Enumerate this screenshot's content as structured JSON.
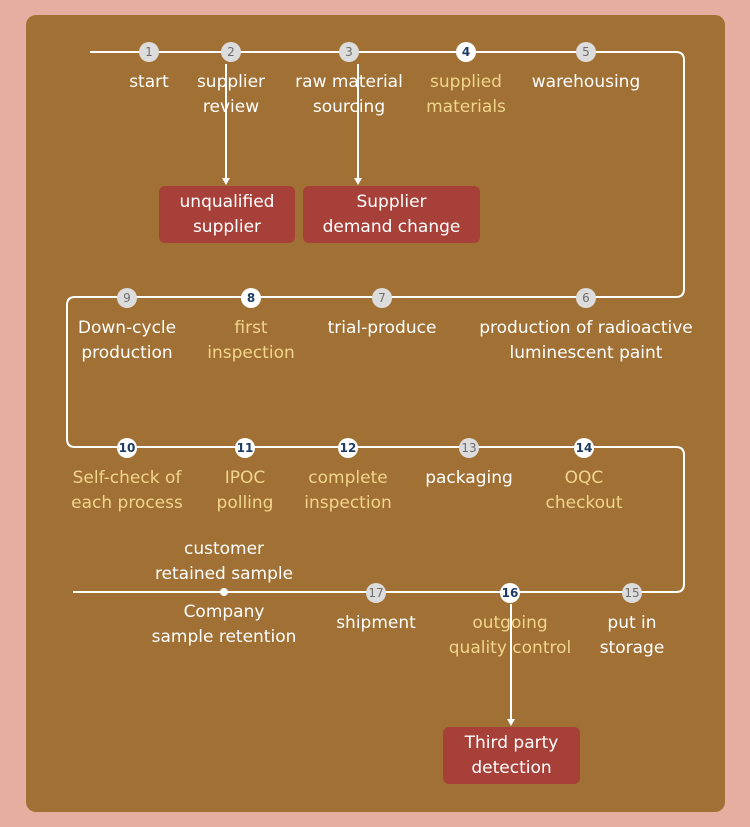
{
  "steps": [
    {
      "num": "1",
      "label": "start",
      "highlight": false
    },
    {
      "num": "2",
      "label": "supplier\nreview",
      "highlight": false
    },
    {
      "num": "3",
      "label": "raw material\nsourcing",
      "highlight": false
    },
    {
      "num": "4",
      "label": "supplied\nmaterials",
      "highlight": true
    },
    {
      "num": "5",
      "label": "warehousing",
      "highlight": false
    },
    {
      "num": "6",
      "label": "production of radioactive\nluminescent paint",
      "highlight": false
    },
    {
      "num": "7",
      "label": "trial-produce",
      "highlight": false
    },
    {
      "num": "8",
      "label": "first\ninspection",
      "highlight": true
    },
    {
      "num": "9",
      "label": "Down-cycle\nproduction",
      "highlight": false
    },
    {
      "num": "10",
      "label": "Self-check of\neach process",
      "highlight": true
    },
    {
      "num": "11",
      "label": "IPOC\npolling",
      "highlight": true
    },
    {
      "num": "12",
      "label": "complete\ninspection",
      "highlight": true
    },
    {
      "num": "13",
      "label": "packaging",
      "highlight": false
    },
    {
      "num": "14",
      "label": "OQC\ncheckout",
      "highlight": true
    },
    {
      "num": "15",
      "label": "put in\nstorage",
      "highlight": false
    },
    {
      "num": "16",
      "label": "outgoing\nquality control",
      "highlight": true
    },
    {
      "num": "17",
      "label": "shipment",
      "highlight": false
    }
  ],
  "end_node": {
    "label_above": "customer\nretained sample",
    "label_below": "Company\nsample retention"
  },
  "boxes": {
    "unqualified": "unqualified\nsupplier",
    "demand_change": "Supplier\ndemand change",
    "third_party": "Third party\ndetection"
  },
  "colors": {
    "page_background": "#e6ada1",
    "panel": "#a07035",
    "line": "#ffffff",
    "highlight_text": "#f2d58c",
    "box": "#a8403a",
    "badge_light": "#dcdcdc",
    "badge_dark_text": "#1f3a63"
  }
}
